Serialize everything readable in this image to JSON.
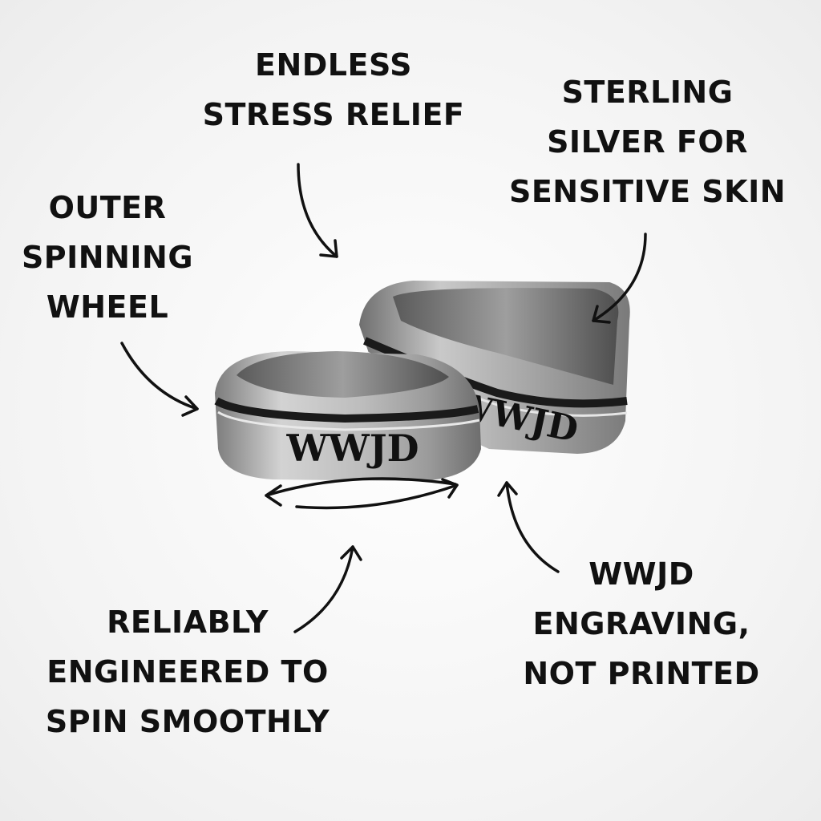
{
  "callouts": {
    "endless_stress_relief": [
      "ENDLESS",
      "STRESS RELIEF"
    ],
    "sterling_silver": [
      "STERLING",
      "SILVER FOR",
      "SENSITIVE SKIN"
    ],
    "outer_spinning_wheel": [
      "OUTER",
      "SPINNING",
      "WHEEL"
    ],
    "reliably_engineered": [
      "RELIABLY",
      "ENGINEERED TO",
      "SPIN SMOOTHLY"
    ],
    "wwjd_engraving": [
      "WWJD",
      "ENGRAVING,",
      "NOT PRINTED"
    ]
  },
  "rings": {
    "front_engraving": "WWJD",
    "back_engraving": "WWJD"
  },
  "colors": {
    "background": "#f4f4f4",
    "text": "#111111",
    "ring_steel": "#9a9a9a",
    "ring_groove": "#1a1a1a"
  },
  "icons": [
    "arrow-icon",
    "spin-arrows-icon",
    "ring-image"
  ]
}
